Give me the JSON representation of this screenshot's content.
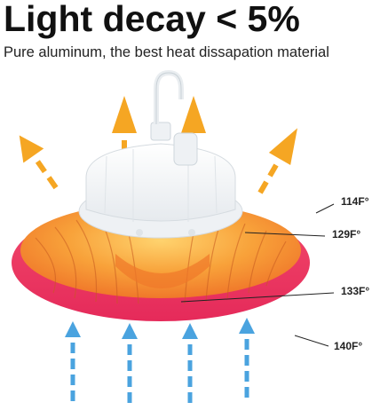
{
  "headline": "Light decay < 5%",
  "subline": "Pure aluminum, the best heat dissapation material",
  "temperatures": [
    "114F°",
    "129F°",
    "133F°",
    "140F°"
  ],
  "colors": {
    "hot_arrow": "#f5a623",
    "cool_arrow": "#4aa3df",
    "heatsink_ring": "#ef3c6b",
    "fins": "#f7962b",
    "housing": "#f4f6f8"
  },
  "icons": [
    "hot-air-arrow-icon",
    "cool-air-arrow-icon",
    "ufo-high-bay-light-icon"
  ]
}
